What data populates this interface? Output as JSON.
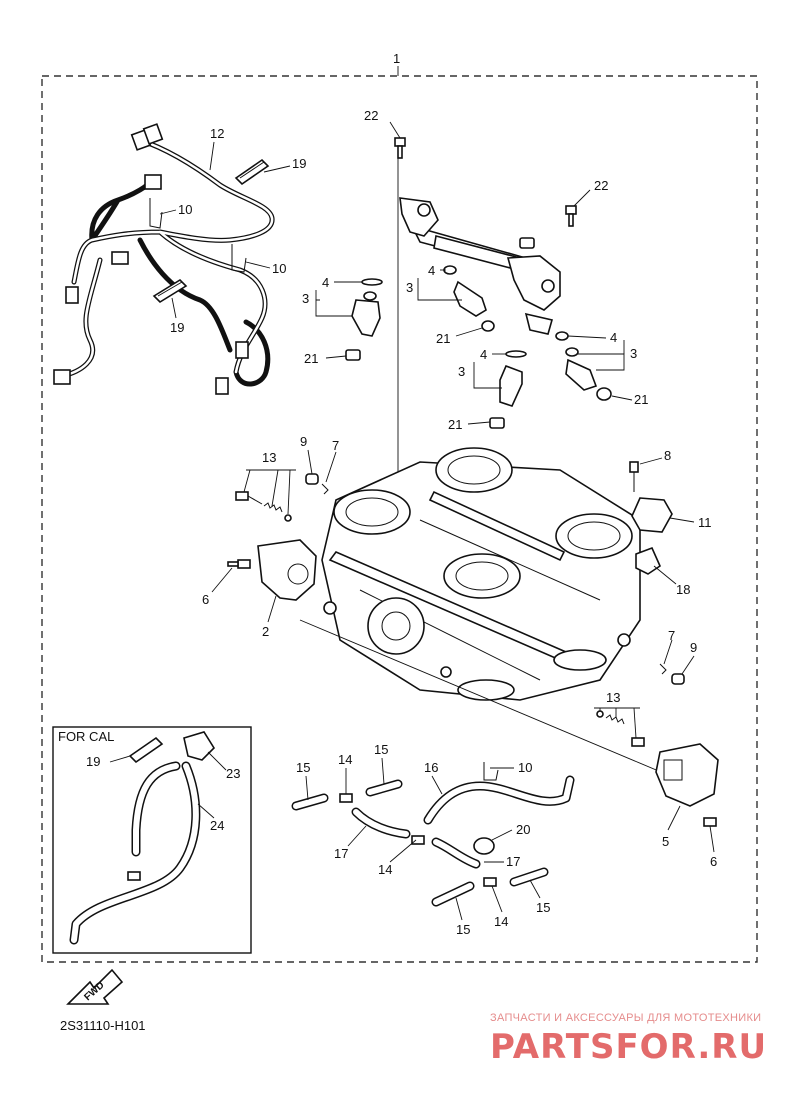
{
  "diagram": {
    "assembly_number": "1",
    "inset_title": "FOR CAL",
    "drawing_code": "2S31110-H101",
    "fwd_label": "FWD",
    "callouts": {
      "c22a": "22",
      "c22b": "22",
      "c12": "12",
      "c19a": "19",
      "c10a": "10",
      "c10b": "10",
      "c19b": "19",
      "c4a": "4",
      "c3a": "3",
      "c21a": "21",
      "c4b": "4",
      "c3b": "3",
      "c21b": "21",
      "c4c": "4",
      "c3c": "3",
      "c21c": "21",
      "c4d": "4",
      "c3d": "3",
      "c21d": "21",
      "c9a": "9",
      "c7a": "7",
      "c13a": "13",
      "c8": "8",
      "c11": "11",
      "c6a": "6",
      "c2": "2",
      "c18": "18",
      "c7b": "7",
      "c9b": "9",
      "c13b": "13",
      "c19c": "19",
      "c23": "23",
      "c24": "24",
      "c15a": "15",
      "c14a": "14",
      "c15b": "15",
      "c16": "16",
      "c10c": "10",
      "c17a": "17",
      "c20": "20",
      "c14b": "14",
      "c17b": "17",
      "c15c": "15",
      "c14c": "14",
      "c15d": "15",
      "c5": "5",
      "c6b": "6"
    }
  },
  "watermark": {
    "tagline": "ЗАПЧАСТИ И АКСЕССУАРЫ ДЛЯ МОТОТЕХНИКИ",
    "brand": "PARTSFOR.RU"
  }
}
